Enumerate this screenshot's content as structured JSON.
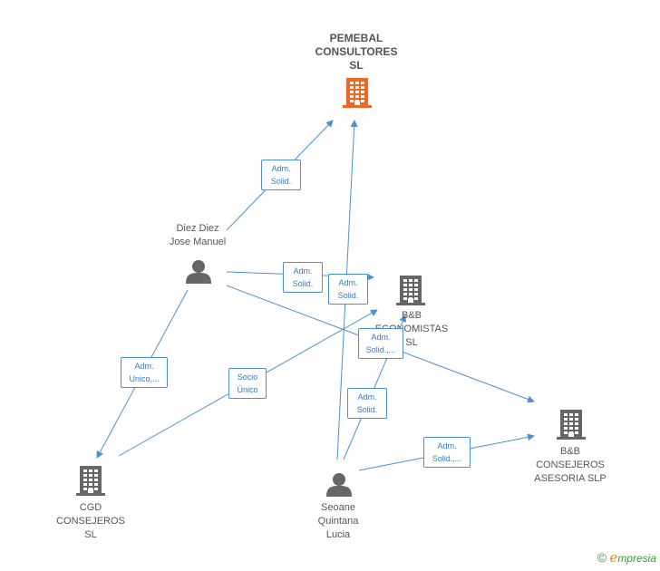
{
  "nodes": {
    "pemebal": {
      "label": "PEMEBAL\nCONSULTORES\nSL",
      "type": "company",
      "color": "#f26522",
      "highlight": true
    },
    "diez": {
      "label": "Diez Diez\nJose Manuel",
      "type": "person",
      "color": "#666666"
    },
    "bb_economistas": {
      "label": "B&B\nECONOMISTAS\nSL",
      "type": "company",
      "color": "#666666"
    },
    "bb_consejeros": {
      "label": "B&B\nCONSEJEROS\nASESORIA  SLP",
      "type": "company",
      "color": "#666666"
    },
    "cgd": {
      "label": "CGD\nCONSEJEROS\nSL",
      "type": "company",
      "color": "#666666"
    },
    "seoane": {
      "label": "Seoane\nQuintana\nLucia",
      "type": "person",
      "color": "#666666"
    }
  },
  "edges": [
    {
      "from": "diez",
      "to": "pemebal",
      "label": "Adm.\nSolid."
    },
    {
      "from": "diez",
      "to": "bb_economistas",
      "label": "Adm.\nSolid."
    },
    {
      "from": "seoane",
      "to": "pemebal",
      "label": "Adm.\nSolid."
    },
    {
      "from": "diez",
      "to": "bb_consejeros",
      "label": "Adm.\nSolid.,..."
    },
    {
      "from": "diez",
      "to": "cgd",
      "label": "Adm.\nUnico,..."
    },
    {
      "from": "cgd",
      "to": "bb_economistas",
      "label": "Socio\nÚnico"
    },
    {
      "from": "seoane",
      "to": "bb_economistas",
      "label": "Adm.\nSolid."
    },
    {
      "from": "seoane",
      "to": "bb_consejeros",
      "label": "Adm.\nSolid.,..."
    }
  ],
  "footer": {
    "copyright": "©",
    "brand_initial": "e",
    "brand_rest": "mpresia"
  },
  "colors": {
    "edge": "#4a90d9",
    "accent": "#f26522",
    "icon": "#666666"
  }
}
